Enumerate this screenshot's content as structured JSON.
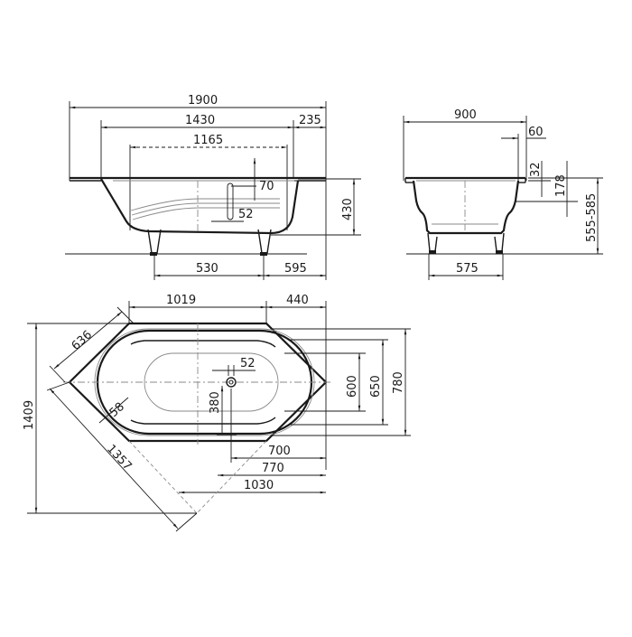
{
  "drawing": {
    "subject": "Hexagonal corner bathtub technical drawing",
    "side_view": {
      "overall_length": "1900",
      "inner_length": "1430",
      "rim_right": "235",
      "basin_length": "1165",
      "overflow_offset": "70",
      "drain_diameter": "52",
      "depth": "430",
      "foot_spacing": "530",
      "foot_to_end": "595"
    },
    "end_view": {
      "overall_width": "900",
      "rim_width": "60",
      "rim_height": "32",
      "upper_depth": "178",
      "installed_height": "555-585",
      "foot_width": "575"
    },
    "top_view": {
      "straight_length": "1019",
      "right_offset": "440",
      "diagonal_edge": "636",
      "rim_thickness": "58",
      "drain_diameter": "52",
      "drain_position": "380",
      "basin_width_inner": "600",
      "basin_width_mid": "650",
      "overall_width": "780",
      "drain_to_right_700": "700",
      "drain_to_right_770": "770",
      "corner_to_right": "1030",
      "corner_diagonal": "1357",
      "overall_depth": "1409"
    }
  }
}
